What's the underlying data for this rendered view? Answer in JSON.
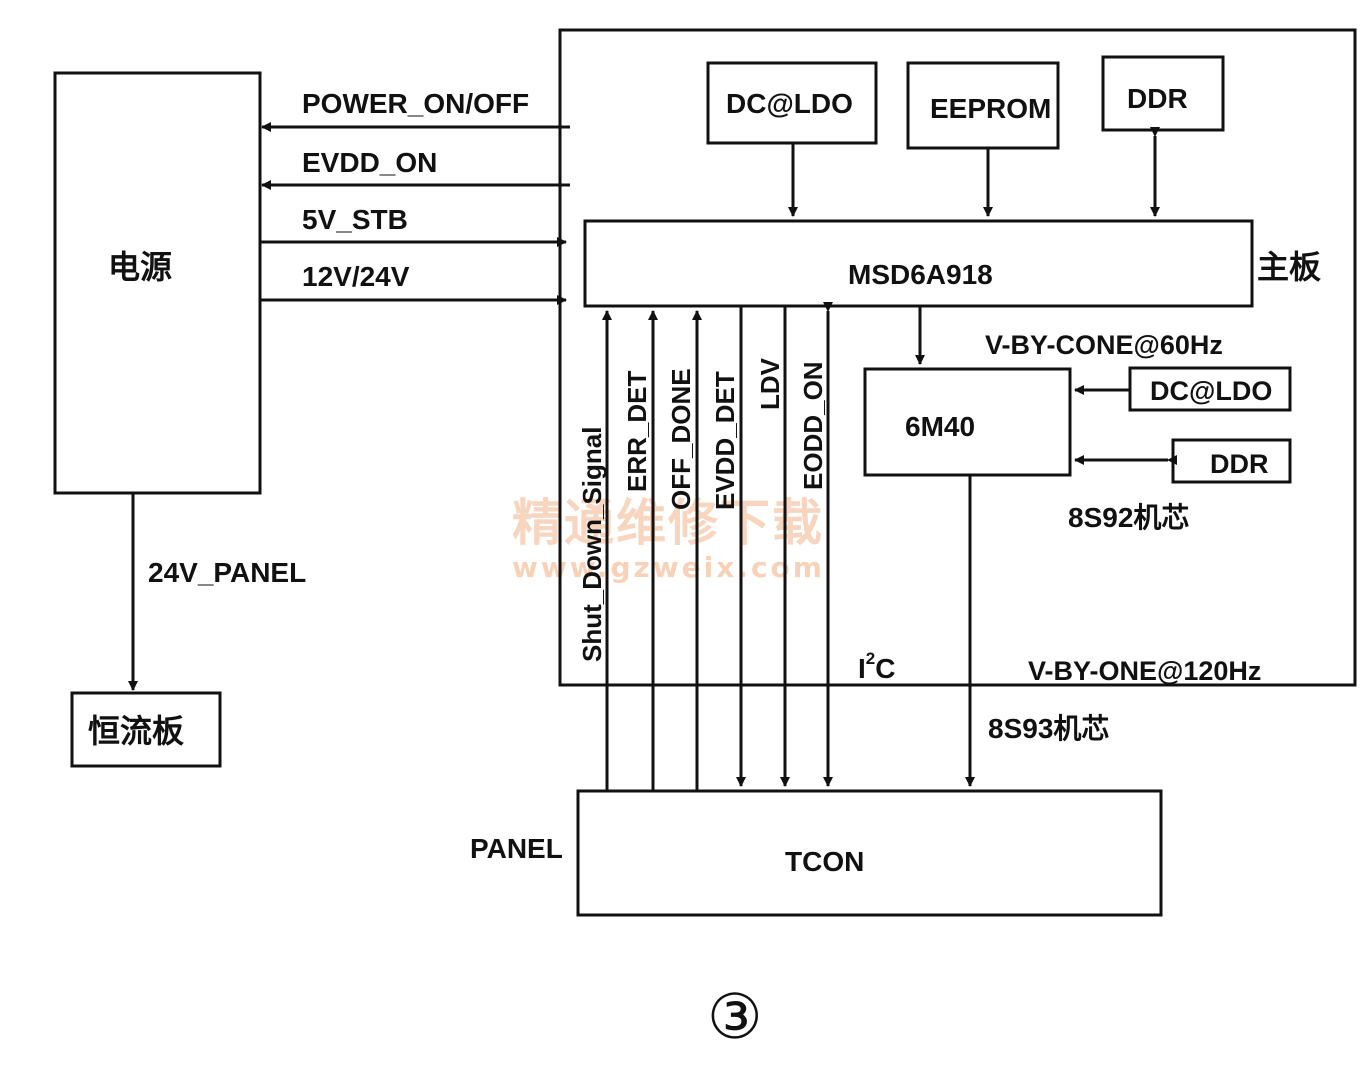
{
  "blocks": {
    "power": "电源",
    "constant_current": "恒流板",
    "dc_ldo_top": "DC@LDO",
    "eeprom": "EEPROM",
    "ddr_top": "DDR",
    "soc": "MSD6A918",
    "mainboard": "主板",
    "frc": "6M40",
    "dc_ldo_right": "DC@LDO",
    "ddr_right": "DDR",
    "tcon": "TCON",
    "panel": "PANEL"
  },
  "power_signals": {
    "power_on_off": "POWER_ON/OFF",
    "evdd_on": "EVDD_ON",
    "stb_5v": "5V_STB",
    "v12_24": "12V/24V",
    "panel_24v": "24V_PANEL"
  },
  "panel_signals": {
    "shutdown": "Shut_Down_Signal",
    "err_det": "ERR_DET",
    "off_done": "OFF_DONE",
    "evdd_det": "EVDD_DET",
    "ldv": "LDV",
    "eodd_on": "EODD_ON"
  },
  "links": {
    "vby1_60": "V-BY-CONE@60Hz",
    "chassis_8s92": "8S92机芯",
    "i2c": "I",
    "i2c_sup": "2",
    "i2c_c": "C",
    "vby1_120": "V-BY-ONE@120Hz",
    "chassis_8s93": "8S93机芯"
  },
  "figure_number": "③",
  "watermark": {
    "text": "精通维修下载",
    "url": "www.gzweix.com"
  }
}
